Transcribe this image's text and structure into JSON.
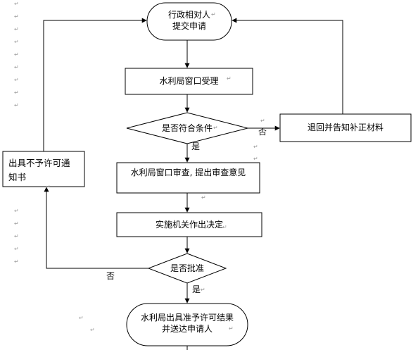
{
  "nodes": {
    "start": {
      "line1": "行政相对人",
      "line2": "提交申请"
    },
    "accept": "水利局窗口受理",
    "check": "是否符合条件",
    "return": "退回并告知补正材料",
    "review": "水利局窗口审查, 提出审查意见",
    "decide": "实施机关作出决定",
    "approve": "是否批准",
    "reject": {
      "line1": "出具不予许可通",
      "line2": "知书"
    },
    "result": {
      "line1": "水利局出具准予许可结果",
      "line2": "并送达申请人"
    }
  },
  "edges": {
    "check_no": "否",
    "check_yes": "是",
    "approve_no": "否",
    "approve_yes": "是"
  },
  "paragraph_mark": "↵"
}
